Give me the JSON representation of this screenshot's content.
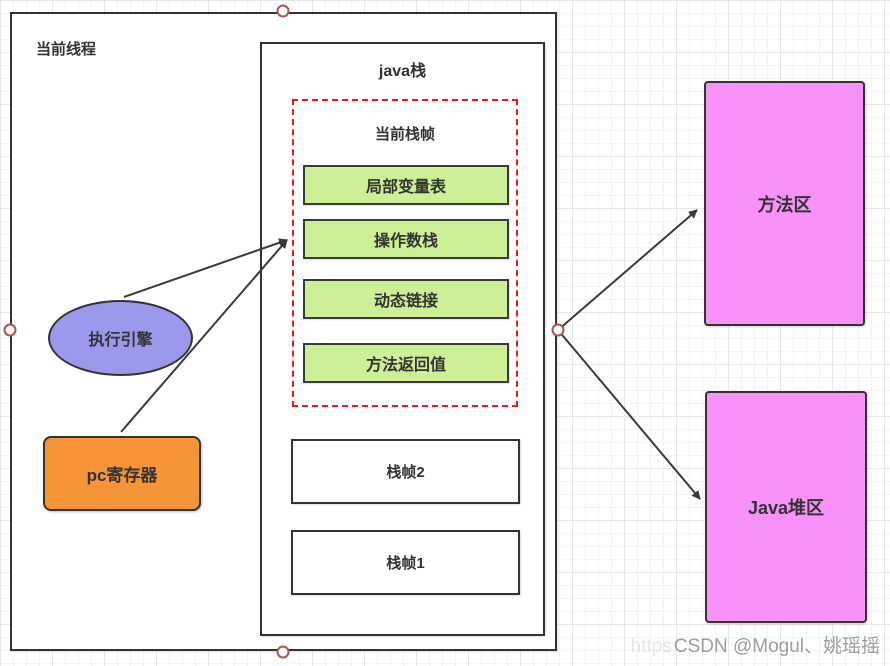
{
  "thread": {
    "label": "当前线程"
  },
  "java_stack": {
    "title": "java栈"
  },
  "current_frame": {
    "title": "当前栈帧",
    "items": [
      {
        "label": "局部变量表"
      },
      {
        "label": "操作数栈"
      },
      {
        "label": "动态链接"
      },
      {
        "label": "方法返回值"
      }
    ]
  },
  "frames": [
    {
      "label": "栈帧2"
    },
    {
      "label": "栈帧1"
    }
  ],
  "engine": {
    "label": "执行引擎"
  },
  "pc_register": {
    "label": "pc寄存器"
  },
  "method_area": {
    "label": "方法区"
  },
  "heap": {
    "label": "Java堆区"
  },
  "watermark": {
    "prefix": "https",
    "text": "CSDN @Mogul、姚瑶摇"
  },
  "colors": {
    "frame_item_green": "#cdf096",
    "engine_purple": "#9a99ec",
    "pc_orange": "#f79438",
    "memory_pink": "#f891f8",
    "dashed_red": "#fa1414",
    "border_dark": "#333333",
    "handle_red": "#b0524e"
  }
}
